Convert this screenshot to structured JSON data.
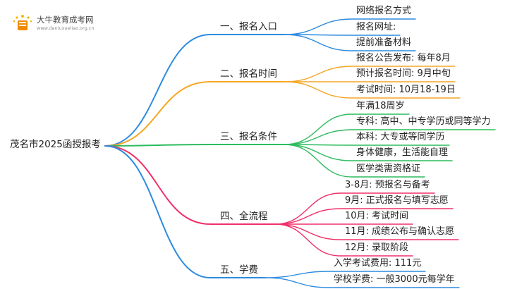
{
  "logo": {
    "title": "大牛教育成考网",
    "url": "www.daniuxueliao.org.cn"
  },
  "root": "茂名市2025函授报考",
  "colors": {
    "branch1": "#2d8be0",
    "branch2": "#f5a623",
    "branch3": "#2cbb5d",
    "branch4": "#f0306a",
    "branch5": "#2d8be0"
  },
  "branches": [
    {
      "label": "一、报名入口",
      "leaves": [
        "网络报名方式",
        "报名网址:",
        "提前准备材料"
      ]
    },
    {
      "label": "二、报名时间",
      "leaves": [
        "报名公告发布: 每年8月",
        "预计报名时间: 9月中旬",
        "考试时间: 10月18-19日"
      ]
    },
    {
      "label": "三、报名条件",
      "leaves": [
        "年满18周岁",
        "专科: 高中、中专学历或同等学力",
        "本科: 大专或等同学历",
        "身体健康，生活能自理",
        "医学类需资格证"
      ]
    },
    {
      "label": "四、全流程",
      "leaves": [
        "3-8月: 预报名与备考",
        "9月: 正式报名与填写志愿",
        "10月: 考试时间",
        "11月: 成绩公布与确认志愿",
        "12月: 录取阶段"
      ]
    },
    {
      "label": "五、学费",
      "leaves": [
        "入学考试费用: 111元",
        "学校学费: 一般3000元每学年"
      ]
    }
  ]
}
